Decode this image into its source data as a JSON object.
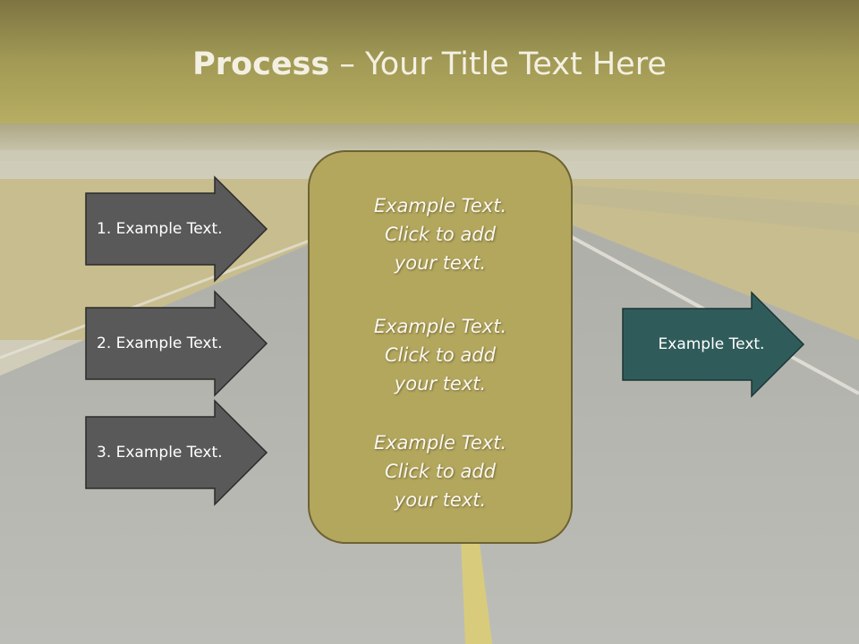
{
  "title": {
    "bold": "Process",
    "rest": " – Your Title Text Here"
  },
  "left_steps": [
    {
      "label": "1. Example Text."
    },
    {
      "label": "2. Example Text."
    },
    {
      "label": "3. Example Text."
    }
  ],
  "center_box": {
    "paragraphs": [
      {
        "lines": [
          "Example Text.",
          "Click  to add",
          "your text."
        ]
      },
      {
        "lines": [
          "Example Text.",
          "Click  to add",
          "your text."
        ]
      },
      {
        "lines": [
          "Example Text.",
          "Click  to add",
          "your text."
        ]
      }
    ]
  },
  "result": {
    "label": "Example Text."
  },
  "colors": {
    "title_band": "#a29a55",
    "step_arrow_fill": "#595959",
    "center_box_fill": "#b3a75e",
    "result_arrow_fill": "#2f5c5a"
  }
}
